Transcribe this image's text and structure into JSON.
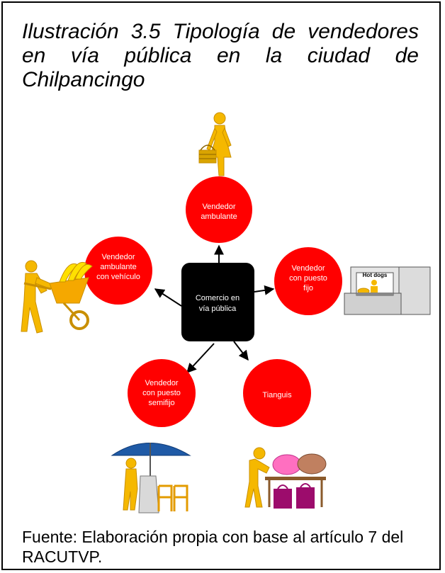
{
  "title": "Ilustración 3.5 Tipología de vendedores en vía pública en la ciudad de Chilpancingo",
  "center": {
    "lines": [
      "Comercio en",
      "vía pública"
    ]
  },
  "nodes": [
    {
      "id": "ambulante",
      "lines": [
        "Vendedor",
        "ambulante"
      ]
    },
    {
      "id": "puesto-fijo",
      "lines": [
        "Vendedor",
        "con puesto",
        "fijo"
      ]
    },
    {
      "id": "tianguis",
      "lines": [
        "Tianguis"
      ]
    },
    {
      "id": "puesto-semifijo",
      "lines": [
        "Vendedor",
        "con puesto",
        "semifijo"
      ]
    },
    {
      "id": "ambulante-vehiculo",
      "lines": [
        "Vendedor",
        "ambulante",
        "con vehículo"
      ]
    }
  ],
  "stand_sign": "Hot dogs",
  "caption": "Fuente: Elaboración propia con base al artículo 7 del RACUTVP.",
  "colors": {
    "node": "#ff0000",
    "center": "#000000",
    "figure": "#f5b800",
    "figure_dark": "#c98f00"
  }
}
